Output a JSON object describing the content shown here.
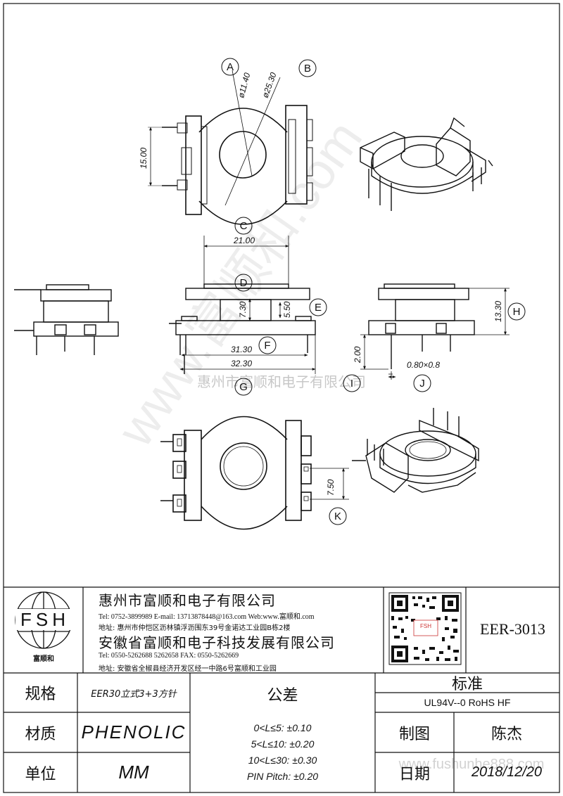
{
  "drawing": {
    "callouts": {
      "A": "A",
      "B": "B",
      "C": "C",
      "D": "D",
      "E": "E",
      "F": "F",
      "G": "G",
      "H": "H",
      "I": "I",
      "J": "J",
      "K": "K"
    },
    "dimensions": {
      "d_inner": "ø11.40",
      "d_outer": "ø25.30",
      "h15": "15.00",
      "w21": "21.00",
      "h730": "7.30",
      "h550": "5.50",
      "w3130": "31.30",
      "w3230": "32.30",
      "h1330": "13.30",
      "h200": "2.00",
      "pin": "0.80×0.8",
      "h750": "7.50"
    },
    "watermark_center": "惠州市富顺和电子有限公司",
    "watermark_bottom": "www.fushunhe888.com",
    "watermark_diag": "www.富顺和.com"
  },
  "titleblock": {
    "logo_text": "FSH",
    "logo_caption": "富顺和",
    "company1": "惠州市富顺和电子有限公司",
    "tel1": "Tel:  0752-3899989  E-mail: 13713878448@163.com  Web:www.富顺和.com",
    "addr1": "地址: 惠州市仲恺区沥林镇浮沥围东39号金诺达工业园B栋2楼",
    "company2": "安徽省富顺和电子科技发展有限公司",
    "tel2": "Tel:  0550-5262688  5262658      FAX: 0550-5262669",
    "addr2": "地址: 安徽省全椒县经济开发区经一中路6号富顺和工业园",
    "part_no": "EER-3013",
    "qr_label": "FSH",
    "spec_label": "规格",
    "spec_value": "EER30立式3+3方针",
    "material_label": "材质",
    "material_value": "PHENOLIC",
    "unit_label": "单位",
    "unit_value": "MM",
    "tolerance_label": "公差",
    "tol1": "0<L≤5: ±0.10",
    "tol2": "5<L≤10: ±0.20",
    "tol3": "10<L≤30: ±0.30",
    "tol4": "PIN Pitch: ±0.20",
    "standard_label": "标准",
    "standard_value": "UL94V--0  RoHS HF",
    "drawn_label": "制图",
    "drawn_value": "陈杰",
    "date_label": "日期",
    "date_value": "2018/12/20"
  }
}
